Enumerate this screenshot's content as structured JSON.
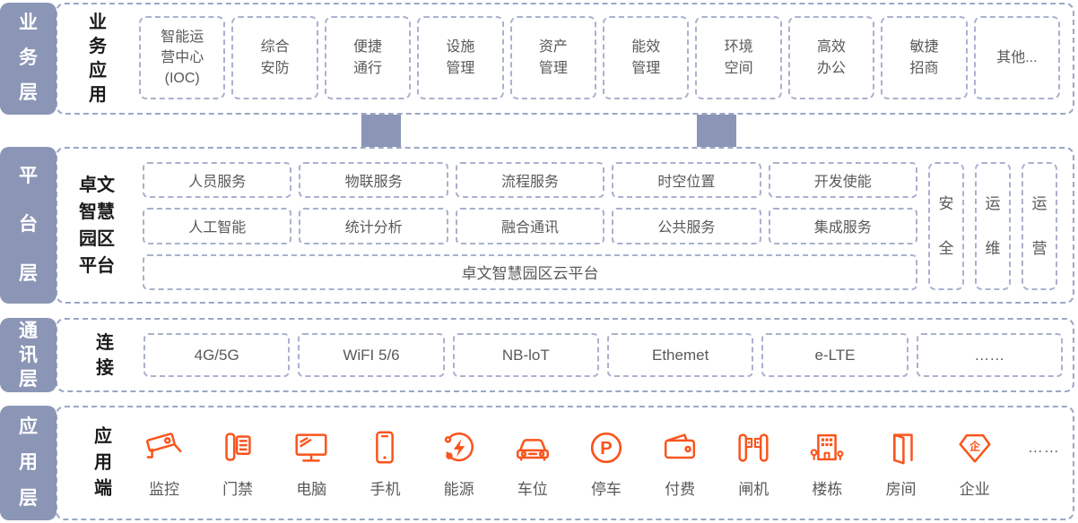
{
  "colors": {
    "layer_label_bg": "#8B95B5",
    "outer_dash_border": "#9CA6C6",
    "inner_dash_border": "#A9B1CE",
    "box_text": "#595959",
    "heading_text": "#1A1A1A",
    "icon_accent": "#FA541C",
    "background": "#FFFFFF"
  },
  "layers": {
    "business": {
      "side_label": "业务层",
      "group_label": "业务应用",
      "apps": [
        "智能运\n营中心\n(IOC)",
        "综合\n安防",
        "便捷\n通行",
        "设施\n管理",
        "资产\n管理",
        "能效\n管理",
        "环境\n空间",
        "高效\n办公",
        "敏捷\n招商",
        "其他..."
      ]
    },
    "platform": {
      "side_label": "平台层",
      "group_label": "卓文\n智慧\n园区\n平台",
      "services_row1": [
        "人员服务",
        "物联服务",
        "流程服务",
        "时空位置",
        "开发使能"
      ],
      "services_row2": [
        "人工智能",
        "统计分析",
        "融合通讯",
        "公共服务",
        "集成服务"
      ],
      "cloud": "卓文智慧园区云平台",
      "pillars": [
        "安全",
        "运维",
        "运营"
      ]
    },
    "network": {
      "side_label": "通讯层",
      "group_label": "连接",
      "links": [
        "4G/5G",
        "WiFI 5/6",
        "NB-loT",
        "Ethemet",
        "e-LTE",
        "……"
      ]
    },
    "device": {
      "side_label": "应用层",
      "group_label": "应用端",
      "devices": [
        {
          "icon": "cctv-icon",
          "label": "监控"
        },
        {
          "icon": "intercom-icon",
          "label": "门禁"
        },
        {
          "icon": "monitor-icon",
          "label": "电脑"
        },
        {
          "icon": "phone-icon",
          "label": "手机"
        },
        {
          "icon": "energy-icon",
          "label": "能源"
        },
        {
          "icon": "car-icon",
          "label": "车位"
        },
        {
          "icon": "parking-icon",
          "label": "停车",
          "glyph": "P"
        },
        {
          "icon": "wallet-icon",
          "label": "付费"
        },
        {
          "icon": "gate-icon",
          "label": "闸机"
        },
        {
          "icon": "building-icon",
          "label": "楼栋"
        },
        {
          "icon": "door-icon",
          "label": "房间"
        },
        {
          "icon": "enterprise-icon",
          "label": "企业",
          "glyph": "企"
        }
      ],
      "more": "……"
    }
  }
}
